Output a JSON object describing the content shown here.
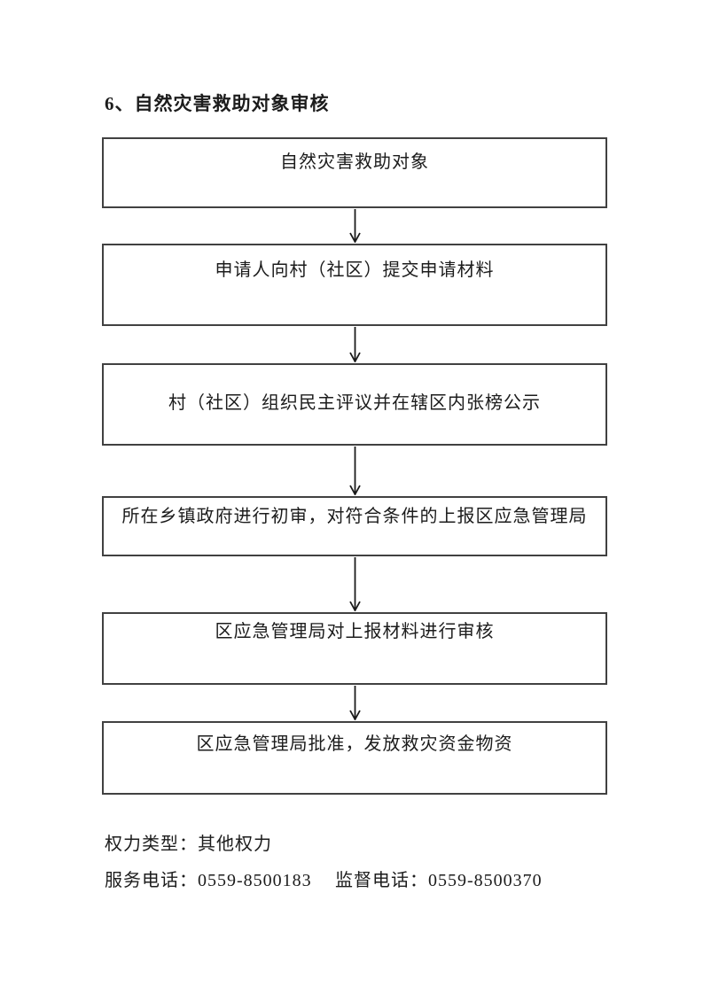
{
  "document": {
    "title": "6、自然灾害救助对象审核"
  },
  "flowchart": {
    "steps": [
      "自然灾害救助对象",
      "申请人向村（社区）提交申请材料",
      "村（社区）组织民主评议并在辖区内张榜公示",
      "所在乡镇政府进行初审，对符合条件的上报区应急管理局",
      "区应急管理局对上报材料进行审核",
      "区应急管理局批准，发放救灾资金物资"
    ]
  },
  "footer": {
    "power_type": "权力类型：其他权力",
    "service_phone": "服务电话：0559-8500183",
    "supervision_phone": "监督电话：0559-8500370"
  },
  "colors": {
    "background": "#ffffff",
    "box_border": "#414141",
    "text": "#1c1c1c"
  }
}
